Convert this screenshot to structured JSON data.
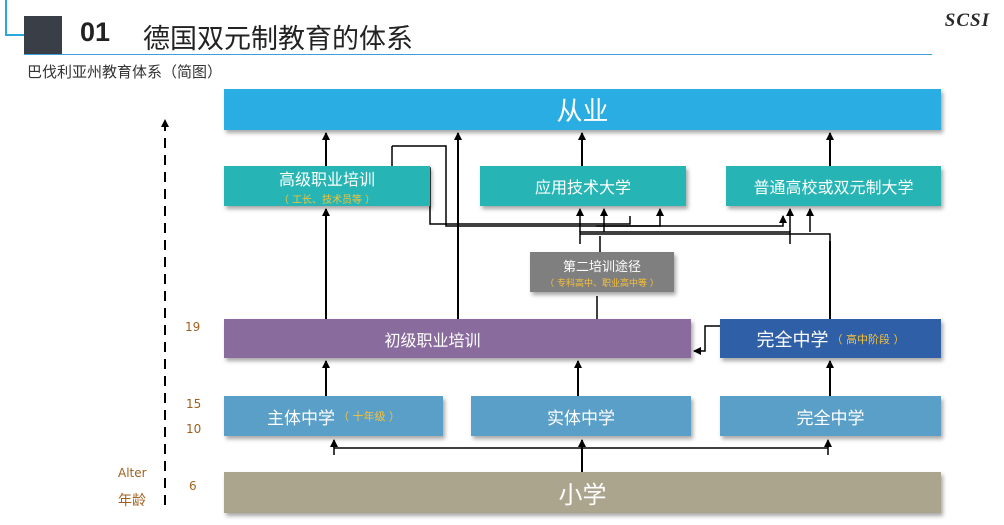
{
  "header": {
    "number": "01",
    "title": "德国双元制教育的体系",
    "logo": "SCSI",
    "subtitle": "巴伐利亚州教育体系（简图）"
  },
  "boxes": {
    "employment": "从业",
    "adv_vocational": "高级职业培训",
    "adv_vocational_sub": "（ 工长、技术员等 ）",
    "applied_univ": "应用技术大学",
    "general_univ": "普通高校或双元制大学",
    "second_path": "第二培训途径",
    "second_path_sub": "（ 专科高中、职业高中等 ）",
    "init_vocational": "初级职业培训",
    "full_hs_upper": "完全中学",
    "full_hs_upper_sub": "（ 高中阶段 ）",
    "main_school": "主体中学",
    "main_school_sub": "（ 十年级 ）",
    "real_school": "实体中学",
    "full_hs_lower": "完全中学",
    "primary": "小学"
  },
  "ages": {
    "a19": "19",
    "a15": "15",
    "a10": "10",
    "a6": "6",
    "alter": "Alter",
    "nianling": "年龄"
  },
  "colors": {
    "sky_blue": "#2aade3",
    "teal": "#26b5b4",
    "gray": "#7f7f7f",
    "purple": "#8a6b9d",
    "navy": "#2f5fa7",
    "steel_blue": "#5a9fc8",
    "khaki": "#aaa58c",
    "age_brown": "#a0611e"
  }
}
